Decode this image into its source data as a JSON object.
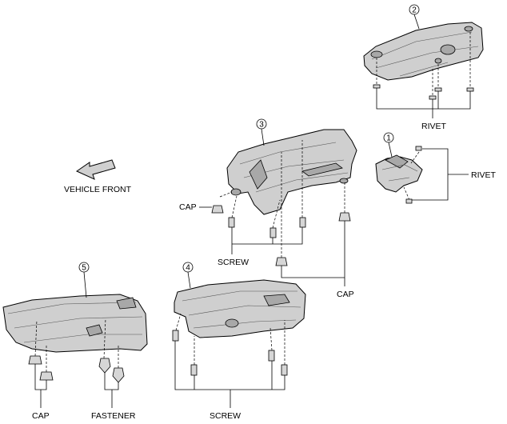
{
  "direction_label": "VEHICLE FRONT",
  "parts": [
    {
      "number": "1"
    },
    {
      "number": "2"
    },
    {
      "number": "3"
    },
    {
      "number": "4"
    },
    {
      "number": "5"
    }
  ],
  "callouts": {
    "rivet_top": "RIVET",
    "rivet_right": "RIVET",
    "cap_mid": "CAP",
    "screw_mid": "SCREW",
    "cap_right": "CAP",
    "cap_bottom": "CAP",
    "fastener": "FASTENER",
    "screw_bottom": "SCREW"
  }
}
